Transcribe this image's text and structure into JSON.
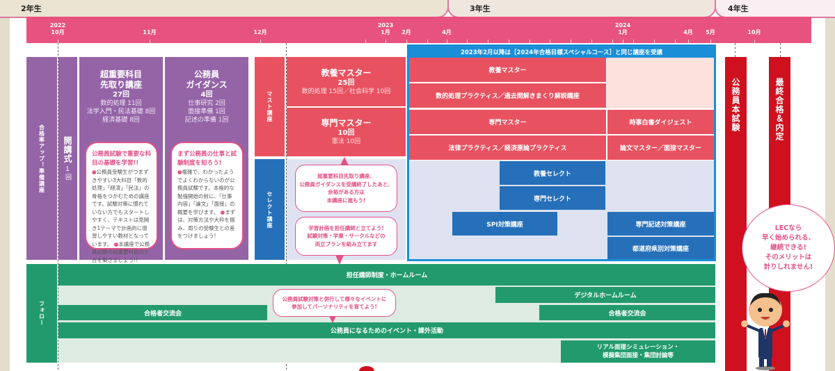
{
  "grades": [
    "2年生",
    "3年生",
    "4年生"
  ],
  "timeline": {
    "years": [
      {
        "label": "2022",
        "month": "10月"
      },
      {
        "label": "2023",
        "month": "1月"
      },
      {
        "label": "2024",
        "month": "1月"
      }
    ],
    "months": [
      "11月",
      "12月",
      "2月",
      "4月",
      "4月",
      "5月",
      "10月"
    ]
  },
  "left_section": {
    "category_label": "合格率アップ！準備講座",
    "opening": {
      "title": "開講式",
      "count": "1回"
    },
    "courses": [
      {
        "title_line1": "超重要科目",
        "title_line2": "先取り講座",
        "count": "27回",
        "details": [
          "数的処理 11回",
          "法学入門・民法基礎 8回",
          "経済基礎 8回"
        ],
        "note_head": "公務員試験で重要な科目の基礎を学習!!",
        "note_body1": "公務員受験生がつまずきやすい3大科目「数的処理」「経済」「民法」の骨格をつかむための講座です。試験対策に慣れていない方でもスタートしやすく、テキストは見開き1テーマで計画的に復習しやすい教材となっています。",
        "note_body2": "本講座で公務員試験の超重要科目の土台を築きましょう!!"
      },
      {
        "title_line1": "公務員",
        "title_line2": "ガイダンス",
        "count": "4回",
        "details": [
          "仕事研究 2回",
          "面接準備 1回",
          "記述の準備 1回"
        ],
        "note_head": "まず公務員の仕事と試験制度を知ろう!",
        "note_body1": "複雑で、わかったようでよくわからないのが公務員試験です。本格的な勉強開始の前に、「仕事内容」「論文」「面接」の概要を学びます。",
        "note_body2": "まずは、対策方法や大枠を掴み、周りの受験生との差をつけましょう!"
      }
    ]
  },
  "master_section": {
    "category_label": "マスト講座",
    "courses": [
      {
        "title": "教養マスター",
        "count": "25回",
        "detail": "数的処理 15回／社会科学 10回"
      },
      {
        "title": "専門マスター",
        "count": "10回",
        "detail": "憲法 10回"
      }
    ]
  },
  "select_section": {
    "category_label": "セレクト講座",
    "bubble1": [
      "超重要科目先取り講座、",
      "公務員ガイダンスを受講終了したあと、",
      "余裕がある方は",
      "本講座に進もう!"
    ],
    "bubble2": [
      "学習計画を担任講師と立てよう!",
      "試験対策・学業・サークルなどの",
      "両立プランを組み立てます"
    ]
  },
  "special_course": {
    "header": "2023年2月以降は［2024年合格目標スペシャルコース］と同じ講座を受講",
    "master_bars": [
      "教養マスター",
      "数的処理プラクティス／過去問解きまくり解説講座",
      "専門マスター",
      "時事白書ダイジェスト",
      "法律プラクティス／経済原論プラクティス",
      "論文マスター／面接マスター"
    ],
    "select_bars": [
      "教養セレクト",
      "専門セレクト",
      "SPI対策講座",
      "専門記述対策講座",
      "都道府県別対策講座"
    ]
  },
  "milestones": [
    "公務員本試験",
    "最終合格＆内定"
  ],
  "follow_section": {
    "category_label": "フォロー",
    "bars": [
      "担任講師制度・ホームルーム",
      "デジタルホームルーム",
      "合格者交流会",
      "合格者交流会",
      "公務員になるためのイベント・課外活動",
      "リアル面接シミュレーション・",
      "模擬集団面接・集団討論等"
    ],
    "bubble": [
      "公務員試験対策と併行して様々なイベントに",
      "参加してパーソナリティを育てよう!"
    ]
  },
  "mascot_bubble": [
    "LECなら",
    "早く始められる、",
    "継続できる!",
    "そのメリットは",
    "計りしれません!"
  ],
  "colors": {
    "timeline": "#e8527e",
    "purple": "#9564a7",
    "red": "#e85260",
    "blue": "#2670b9",
    "green": "#239a6e",
    "milestone": "#d0101e",
    "accent_pink": "#e44f86",
    "special_border": "#1a8ed6"
  }
}
